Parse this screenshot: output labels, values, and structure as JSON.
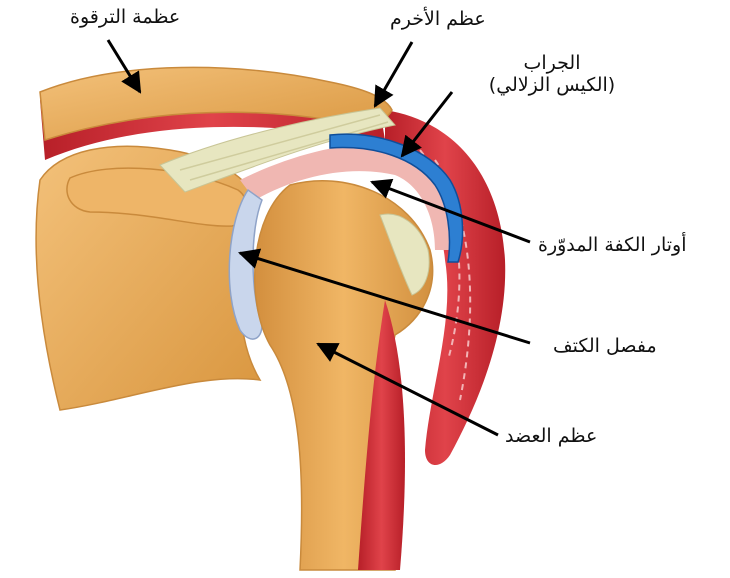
{
  "labels": {
    "clavicle": "عظمة الترقوة",
    "acromion": "عظم الأخرم",
    "bursa_line1": "الجراب",
    "bursa_line2": "(الكيس الزلالي)",
    "rotator_cuff": "أوتار الكفة المدوّرة",
    "shoulder_joint": "مفصل الكتف",
    "humerus": "عظم العضد"
  },
  "colors": {
    "bone": "#e9ad5c",
    "bone_shadow": "#c98a3c",
    "muscle": "#d8333a",
    "tendon": "#e7e6c0",
    "bursa": "#2d7fd2",
    "cartilage": "#c9d6ec"
  }
}
